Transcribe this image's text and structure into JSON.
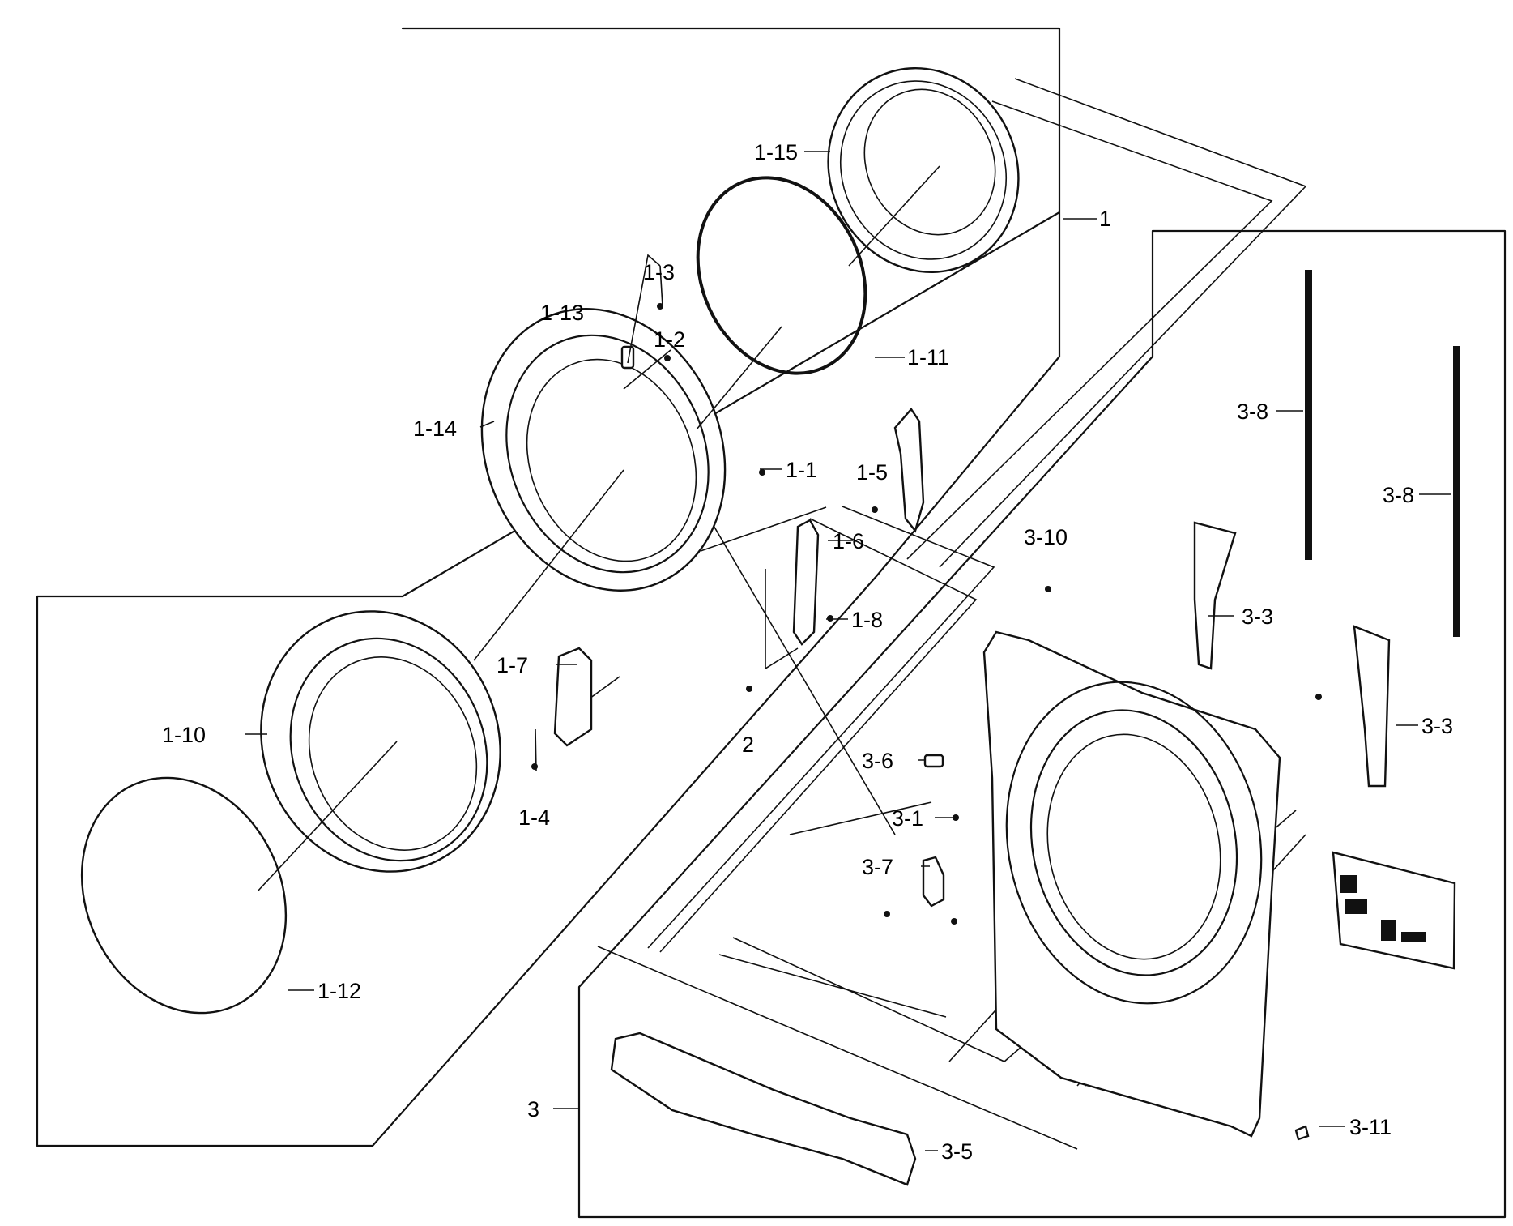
{
  "labels": {
    "l1": "1",
    "l1_1": "1-1",
    "l1_2": "1-2",
    "l1_3": "1-3",
    "l1_4": "1-4",
    "l1_5": "1-5",
    "l1_6": "1-6",
    "l1_7": "1-7",
    "l1_8": "1-8",
    "l1_10": "1-10",
    "l1_11": "1-11",
    "l1_12": "1-12",
    "l1_13": "1-13",
    "l1_14": "1-14",
    "l1_15": "1-15",
    "l2": "2",
    "l3": "3",
    "l3_1": "3-1",
    "l3_3a": "3-3",
    "l3_3b": "3-3",
    "l3_5": "3-5",
    "l3_6": "3-6",
    "l3_7": "3-7",
    "l3_8a": "3-8",
    "l3_8b": "3-8",
    "l3_10": "3-10",
    "l3_11": "3-11"
  }
}
